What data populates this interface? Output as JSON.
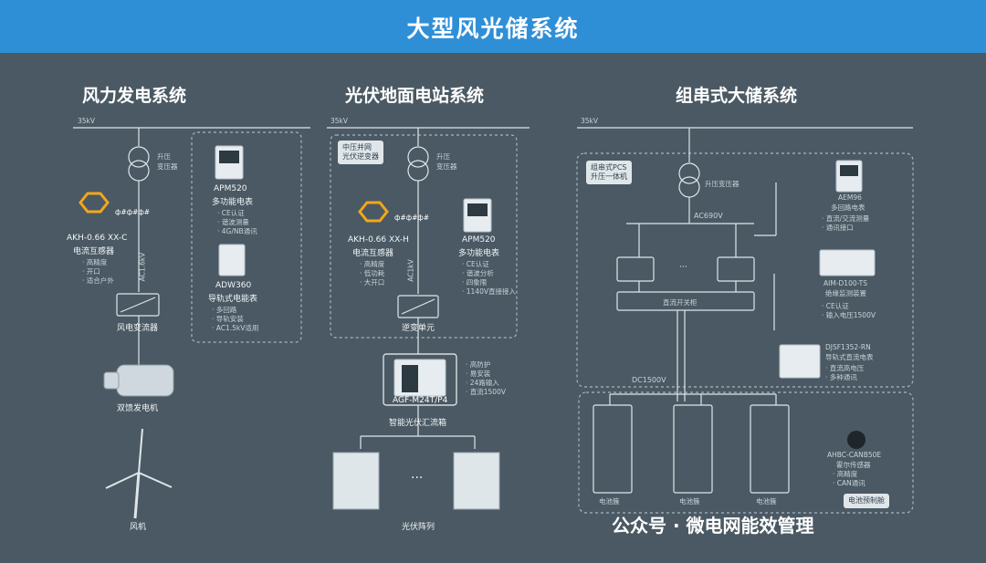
{
  "banner": {
    "title": "大型风光储系统"
  },
  "sections": {
    "wind": {
      "title": "风力发电系统"
    },
    "pv": {
      "title": "光伏地面电站系统"
    },
    "storage": {
      "title": "组串式大储系统"
    }
  },
  "wind": {
    "bus_label": "35kV",
    "transformer_label": "升压\n变压器",
    "ct_model": "AKH-0.66 XX-C",
    "ct_name": "电流互感器",
    "ct_notes": [
      "· 高精度",
      "· 开口",
      "· 适合户外"
    ],
    "meter1_model": "APM520",
    "meter1_name": "多功能电表",
    "meter1_notes": [
      "· CE认证",
      "· 谐波测量",
      "· 4G/NB通讯"
    ],
    "meter2_model": "ADW360",
    "meter2_name": "导轨式电能表",
    "meter2_notes": [
      "· 多回路",
      "· 导轨安装",
      "· AC1.5kV适用"
    ],
    "line_label": "AC1.6kV",
    "converter_name": "风电变流器",
    "generator_name": "双馈发电机",
    "turbine_name": "风机"
  },
  "pv": {
    "bus_label": "35kV",
    "box_label": "中压并网\n光伏逆变器",
    "transformer_label": "升压\n变压器",
    "ct_model": "AKH-0.66 XX-H",
    "ct_name": "电流互感器",
    "ct_notes": [
      "· 高精度",
      "· 低功耗",
      "· 大开口"
    ],
    "meter_model": "APM520",
    "meter_name": "多功能电表",
    "meter_notes": [
      "· CE认证",
      "· 谐波分析",
      "· 四象限",
      "· 1140V直接接入"
    ],
    "line_label": "AC1kV",
    "inverter_name": "逆变单元",
    "combiner_model": "AGF-M24T/P4",
    "combiner_name": "智能光伏汇流箱",
    "combiner_notes": [
      "· 高防护",
      "· 易安装",
      "· 24路输入",
      "· 直流1500V"
    ],
    "dots": "···",
    "array_name": "光伏阵列"
  },
  "storage": {
    "bus_label": "35kV",
    "box_label": "组串式PCS\n升压一体机",
    "transformer_label": "升压变压器",
    "ac_label": "AC690V",
    "dots": "···",
    "switch_label": "直流开关柜",
    "dc_label": "DC1500V",
    "meter1_model": "AEM96",
    "meter1_name": "多回路电表",
    "meter1_notes": [
      "· 直流/交流测量",
      "· 通讯接口"
    ],
    "module_model": "AIM-D100-TS",
    "module_name": "绝缘监测装置",
    "module_notes": [
      "· CE认证",
      "· 输入电压1500V"
    ],
    "meter2_model": "DJSF1352-RN",
    "meter2_name": "导轨式直流电表",
    "meter2_notes": [
      "· 直流高电压",
      "· 多种通讯"
    ],
    "clusters": [
      "电池簇",
      "电池簇",
      "电池簇"
    ],
    "sensor_model": "AHBC-CANB50E",
    "sensor_name": "霍尔传感器",
    "sensor_notes": [
      "· 高精度",
      "· CAN通讯"
    ],
    "cabinet_label": "电池预制舱"
  },
  "watermark": "公众号 · 微电网能效管理",
  "colors": {
    "banner": "#2f8fd6",
    "background": "#4a5963",
    "line": "#e8eef2",
    "accent": "#f2a71b"
  }
}
